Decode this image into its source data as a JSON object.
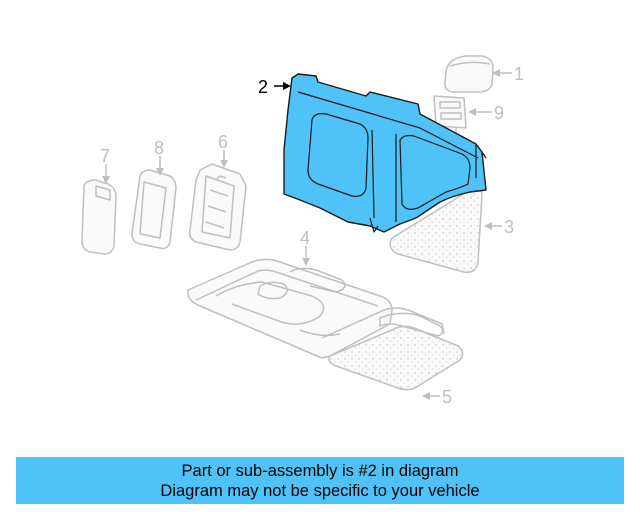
{
  "diagram": {
    "highlighted_part": "2",
    "highlight_color": "#4fc3f7",
    "callouts": [
      {
        "id": "1",
        "label": "1"
      },
      {
        "id": "2",
        "label": "2"
      },
      {
        "id": "3",
        "label": "3"
      },
      {
        "id": "4",
        "label": "4"
      },
      {
        "id": "5",
        "label": "5"
      },
      {
        "id": "6",
        "label": "6"
      },
      {
        "id": "7",
        "label": "7"
      },
      {
        "id": "8",
        "label": "8"
      },
      {
        "id": "9",
        "label": "9"
      }
    ]
  },
  "banner": {
    "line1": "Part or sub-assembly is #2 in diagram",
    "line2": "Diagram may not be specific to your vehicle",
    "background": "#4fc3f7"
  }
}
